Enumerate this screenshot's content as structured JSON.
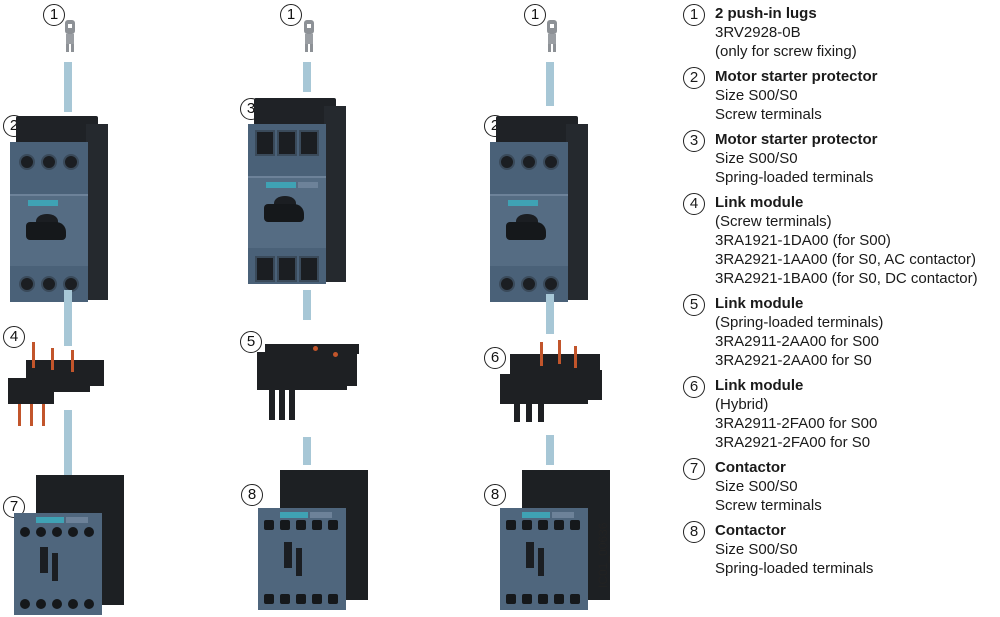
{
  "diagram": {
    "columns": [
      {
        "id": "column-left",
        "stack": [
          {
            "callout": "1",
            "component": "push-in-lug"
          },
          {
            "callout": "2",
            "component": "motor-starter-protector-screw"
          },
          {
            "callout": "4",
            "component": "link-module-screw"
          },
          {
            "callout": "7",
            "component": "contactor-screw"
          }
        ]
      },
      {
        "id": "column-middle",
        "stack": [
          {
            "callout": "1",
            "component": "push-in-lug"
          },
          {
            "callout": "3",
            "component": "motor-starter-protector-spring"
          },
          {
            "callout": "5",
            "component": "link-module-spring"
          },
          {
            "callout": "8",
            "component": "contactor-spring"
          }
        ]
      },
      {
        "id": "column-right",
        "stack": [
          {
            "callout": "1",
            "component": "push-in-lug"
          },
          {
            "callout": "2",
            "component": "motor-starter-protector-screw"
          },
          {
            "callout": "6",
            "component": "link-module-hybrid"
          },
          {
            "callout": "8",
            "component": "contactor-spring"
          }
        ]
      }
    ],
    "drawing_code": "IC01_00636",
    "colors": {
      "connector": "#a7c7d6",
      "device_blue": "#4f667d",
      "device_black": "#1d2023",
      "siemens_logo": "#3fa2b4",
      "pin_copper": "#c2552b"
    }
  },
  "legend": [
    {
      "num": "1",
      "title": "2 push-in lugs",
      "lines": [
        "3RV2928-0B",
        "(only for screw fixing)"
      ]
    },
    {
      "num": "2",
      "title": "Motor starter protector",
      "lines": [
        "Size S00/S0",
        "Screw terminals"
      ]
    },
    {
      "num": "3",
      "title": "Motor starter protector",
      "lines": [
        "Size S00/S0",
        "Spring-loaded terminals"
      ]
    },
    {
      "num": "4",
      "title": "Link module",
      "lines": [
        "(Screw terminals)",
        "3RA1921-1DA00 (for S00)",
        "3RA2921-1AA00 (for S0, AC contactor)",
        "3RA2921-1BA00 (for S0, DC contactor)"
      ]
    },
    {
      "num": "5",
      "title": "Link module",
      "lines": [
        "(Spring-loaded terminals)",
        "3RA2911-2AA00 for S00",
        "3RA2921-2AA00 for S0"
      ]
    },
    {
      "num": "6",
      "title": "Link module",
      "lines": [
        "(Hybrid)",
        "3RA2911-2FA00 for S00",
        "3RA2921-2FA00 for S0"
      ]
    },
    {
      "num": "7",
      "title": "Contactor",
      "lines": [
        "Size S00/S0",
        "Screw terminals"
      ]
    },
    {
      "num": "8",
      "title": "Contactor",
      "lines": [
        "Size S00/S0",
        "Spring-loaded terminals"
      ]
    }
  ]
}
